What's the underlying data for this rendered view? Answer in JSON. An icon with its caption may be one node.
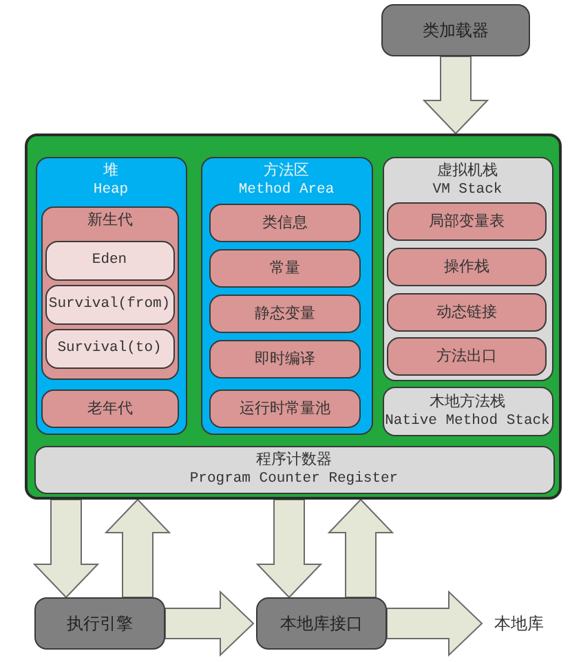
{
  "diagram": {
    "nodes": [
      {
        "text": [
          "类加载器"
        ]
      },
      {
        "text": [],
        "shape": "box"
      },
      {
        "text": [
          "堆",
          "Heap"
        ],
        "in": 1
      },
      {
        "text": [
          "新生代"
        ],
        "in": 2
      },
      {
        "text": [
          "Eden"
        ],
        "in": 3
      },
      {
        "text": [
          "Survival(from)"
        ],
        "in": 3
      },
      {
        "text": [
          "Survival(to)"
        ],
        "in": 3
      },
      {
        "text": [
          "老年代"
        ],
        "in": 2
      },
      {
        "text": [
          "方法区",
          "Method Area"
        ],
        "in": 1
      },
      {
        "text": [
          "类信息"
        ],
        "in": 8
      },
      {
        "text": [
          "常量"
        ],
        "in": 8
      },
      {
        "text": [
          "静态变量"
        ],
        "in": 8
      },
      {
        "text": [
          "即时编译"
        ],
        "in": 8
      },
      {
        "text": [
          "运行时常量池"
        ],
        "in": 8
      },
      {
        "text": [
          "虚拟机栈",
          "VM Stack"
        ],
        "in": 1
      },
      {
        "text": [
          "局部变量表"
        ],
        "in": 14
      },
      {
        "text": [
          "操作栈"
        ],
        "in": 14
      },
      {
        "text": [
          "动态链接"
        ],
        "in": 14
      },
      {
        "text": [
          "方法出口"
        ],
        "in": 14
      },
      {
        "text": [
          "木地方法栈",
          "Native Method Stack"
        ],
        "in": 1
      },
      {
        "text": [
          "程序计数器",
          "Program Counter Register"
        ],
        "in": 1
      },
      {
        "text": [
          "执行引擎"
        ]
      },
      {
        "text": [
          "本地库接口"
        ]
      },
      {
        "text": [
          "本地库"
        ]
      }
    ],
    "edges": [
      {
        "from": 0,
        "to": 1,
        "arrow": "to"
      },
      {
        "from": 1,
        "to": 21,
        "arrow": "to"
      },
      {
        "from": 21,
        "to": 1,
        "arrow": "to"
      },
      {
        "from": 1,
        "to": 22,
        "arrow": "to"
      },
      {
        "from": 22,
        "to": 1,
        "arrow": "to"
      },
      {
        "from": 21,
        "to": 22,
        "arrow": "to"
      },
      {
        "from": 22,
        "to": 23,
        "arrow": "to"
      }
    ]
  }
}
